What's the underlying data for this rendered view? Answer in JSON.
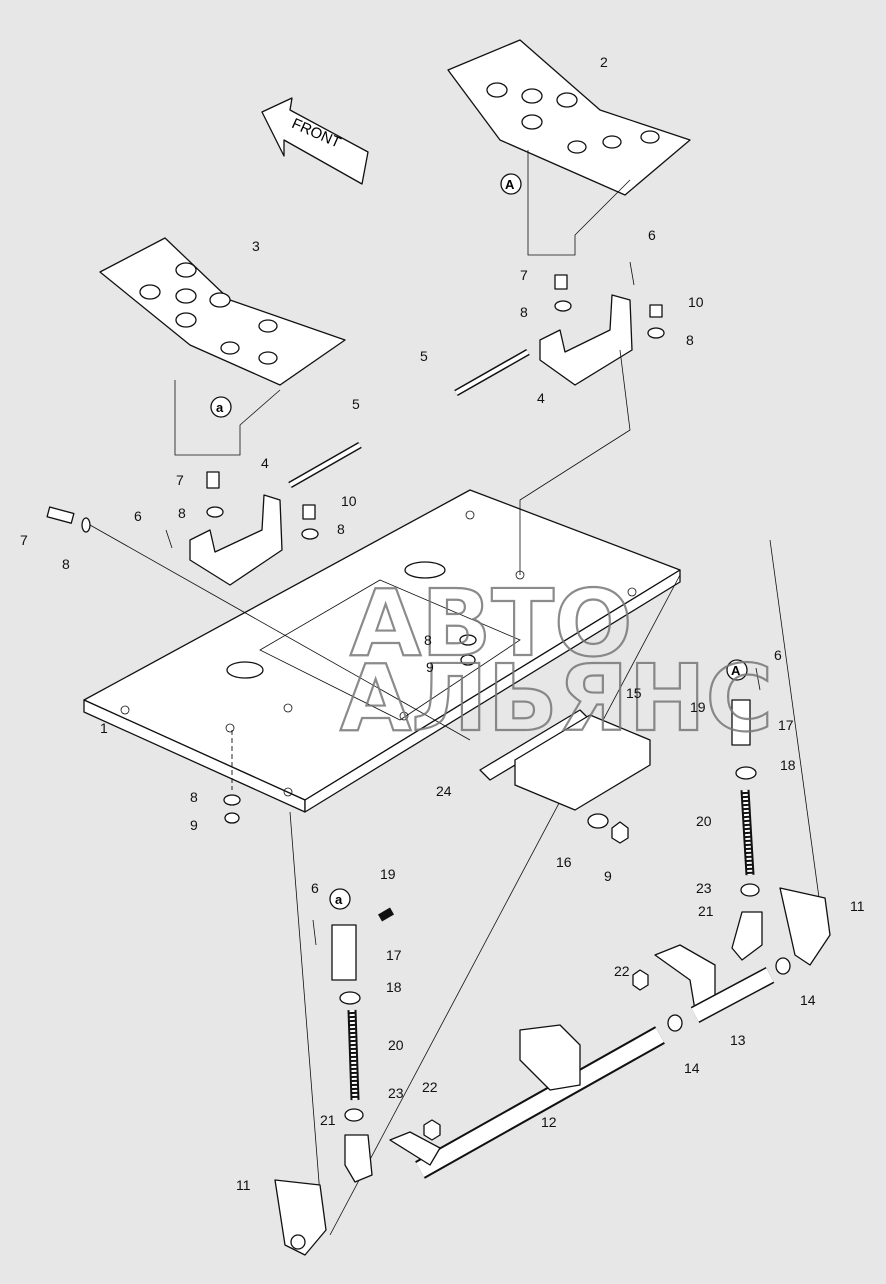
{
  "diagram": {
    "front_arrow_label": "FRONT",
    "watermark": [
      "АВТО",
      "АЛЬЯНС"
    ],
    "reference_markers": [
      "A",
      "a",
      "A",
      "a"
    ],
    "callouts": [
      "2",
      "6",
      "7",
      "8",
      "10",
      "8",
      "5",
      "4",
      "3",
      "5",
      "7",
      "4",
      "10",
      "8",
      "8",
      "6",
      "7",
      "8",
      "8",
      "9",
      "1",
      "8",
      "9",
      "6",
      "19",
      "17",
      "15",
      "18",
      "24",
      "20",
      "16",
      "9",
      "23",
      "21",
      "11",
      "6",
      "19",
      "17",
      "18",
      "20",
      "22",
      "14",
      "13",
      "14",
      "22",
      "23",
      "21",
      "12",
      "11"
    ]
  },
  "colors": {
    "background": "#e7e7e7",
    "line": "#111111",
    "fill": "#ffffff"
  }
}
